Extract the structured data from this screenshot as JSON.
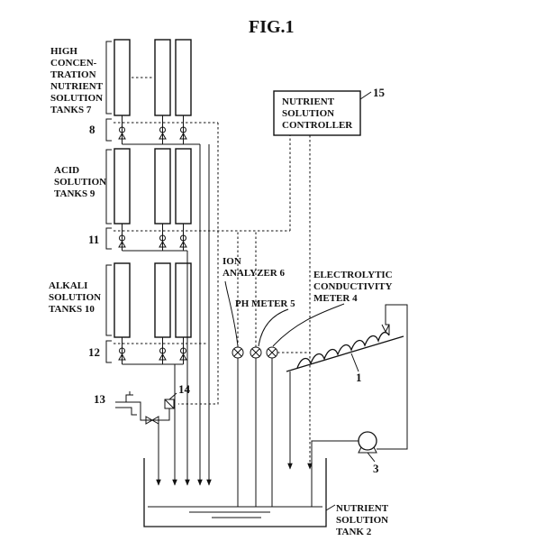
{
  "figure": {
    "title": "FIG.1",
    "high_tanks": [
      "HIGH",
      "CONCEN-",
      "TRATION",
      "NUTRIENT",
      "SOLUTION",
      "TANKS  7"
    ],
    "acid_tanks": [
      "ACID",
      "SOLUTION",
      "TANKS  9"
    ],
    "alkali_tanks": [
      "ALKALI",
      "SOLUTION",
      "TANKS 10"
    ],
    "controller": [
      "NUTRIENT",
      "SOLUTION",
      "CONTROLLER"
    ],
    "controller_ref": "15",
    "ion_analyzer": [
      "ION",
      "ANALYZER  6"
    ],
    "ph_meter": "PH METER  5",
    "ec_meter": [
      "ELECTROLYTIC",
      "CONDUCTIVITY",
      "METER  4"
    ],
    "valve_group_high": "8",
    "valve_group_acid": "11",
    "valve_group_alkali": "12",
    "water_tap": "13",
    "solenoid_valve": "14",
    "cultivation_bed": "1",
    "pump": "3",
    "nutrient_tank": [
      "NUTRIENT",
      "SOLUTION",
      "TANK  2"
    ]
  }
}
